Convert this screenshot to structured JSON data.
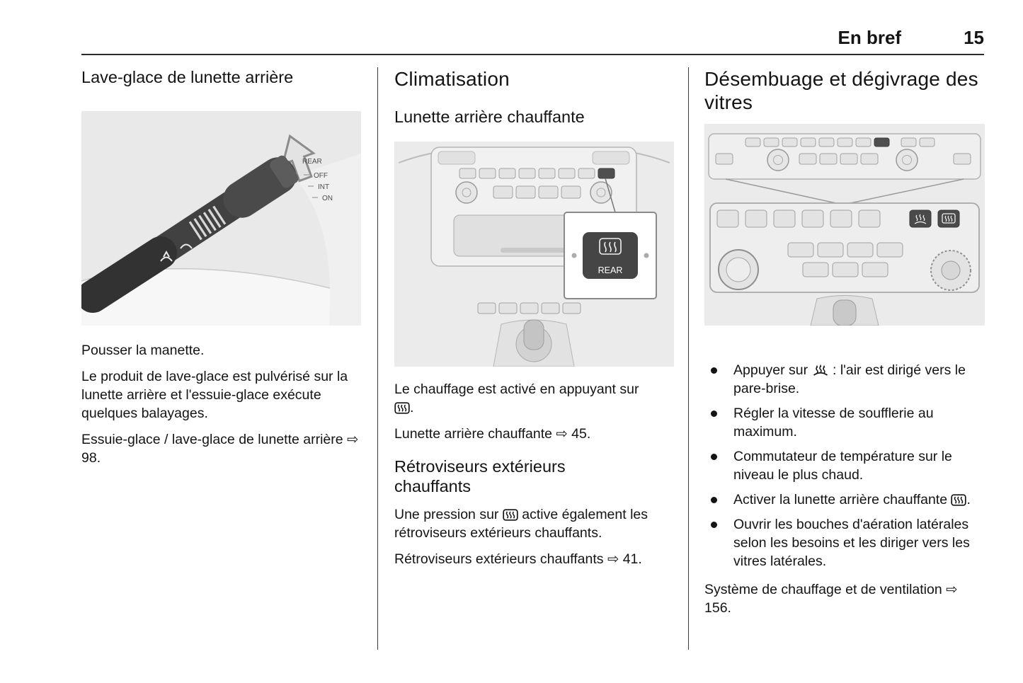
{
  "header": {
    "section_title": "En bref",
    "page_number": "15"
  },
  "left_column": {
    "heading": "Lave-glace de lunette arrière",
    "p1": "Pousser la manette.",
    "p2": "Le produit de lave-glace est pulvérisé sur la lunette arrière et l'essuie-glace exécute quelques balayages.",
    "p3": "Essuie-glace / lave-glace de lunette arrière ⇨ 98.",
    "illustration": {
      "stalk_labels": {
        "rear": "REAR",
        "off": "OFF",
        "int": "INT",
        "on": "ON"
      }
    }
  },
  "middle_column": {
    "heading": "Climatisation",
    "subheading1": "Lunette arrière chauffante",
    "p1_pre": "Le chauffage est activé en appuyant sur ",
    "p1_post": ".",
    "p2": "Lunette arrière chauffante ⇨ 45.",
    "subheading2": "Rétroviseurs extérieurs chauffants",
    "p3_pre": "Une pression sur ",
    "p3_post": " active également les rétroviseurs extérieurs chauffants.",
    "p4": "Rétroviseurs extérieurs chauffants ⇨ 41.",
    "illustration": {
      "rear_button_label": "REAR"
    }
  },
  "right_column": {
    "heading": "Désembuage et dégivrage des vitres",
    "bullets": [
      {
        "pre": "Appuyer sur ",
        "post": " : l'air est dirigé vers le pare-brise."
      },
      {
        "text": "Régler la vitesse de soufflerie au maximum."
      },
      {
        "text": "Commutateur de température sur le niveau le plus chaud."
      },
      {
        "pre": "Activer la lunette arrière chauffante ",
        "post": "."
      },
      {
        "text": "Ouvrir les bouches d'aération latérales selon les besoins et les diriger vers les vitres latérales."
      }
    ],
    "closing": "Système de chauffage et de ventila­tion ⇨ 156."
  }
}
